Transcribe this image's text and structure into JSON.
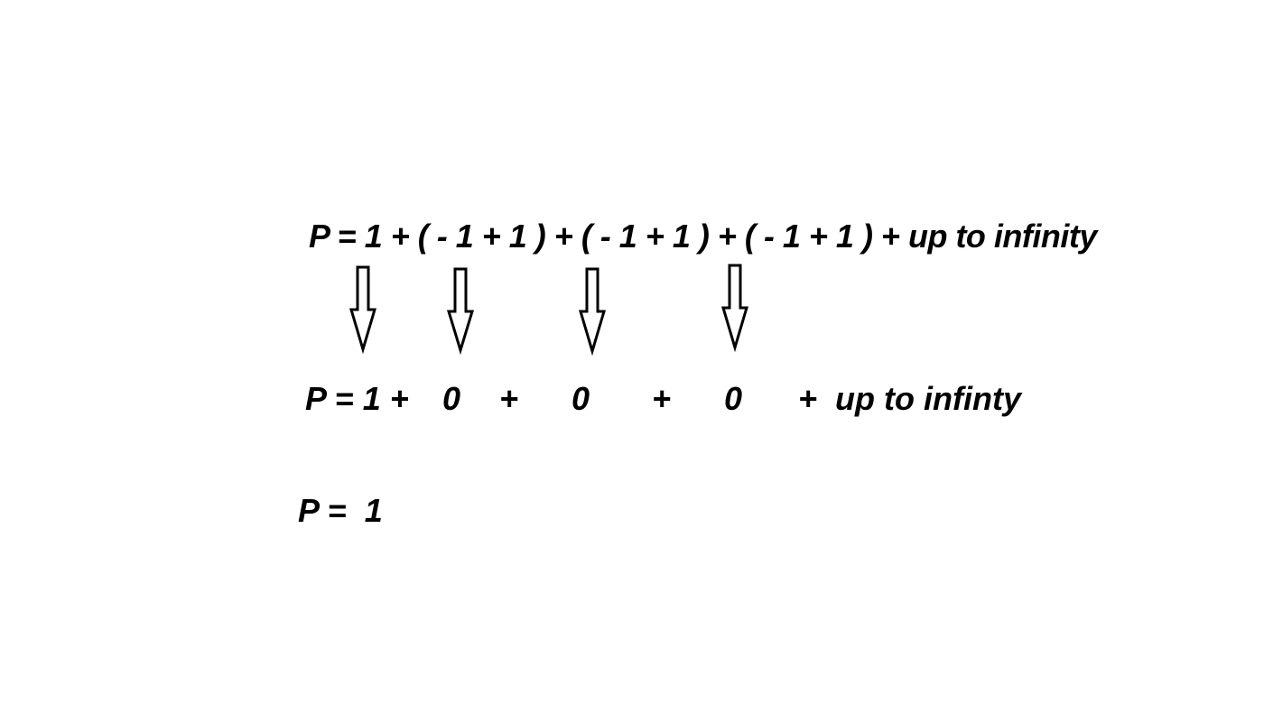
{
  "lines": {
    "line1": "P = 1 + ( - 1 + 1 ) + ( - 1 + 1 ) + ( - 1 + 1 ) + up to infinity",
    "line2": {
      "lhs": "P = 1 +",
      "term1": "0",
      "plus1": "+",
      "term2": "0",
      "plus2": "+",
      "term3": "0",
      "tail": "+  up to infinty"
    },
    "line3": "P =  1"
  },
  "arrows": {
    "count": 4,
    "icon": "hollow-down-arrow-icon",
    "stroke_color": "#000000",
    "fill_color": "#ffffff"
  }
}
